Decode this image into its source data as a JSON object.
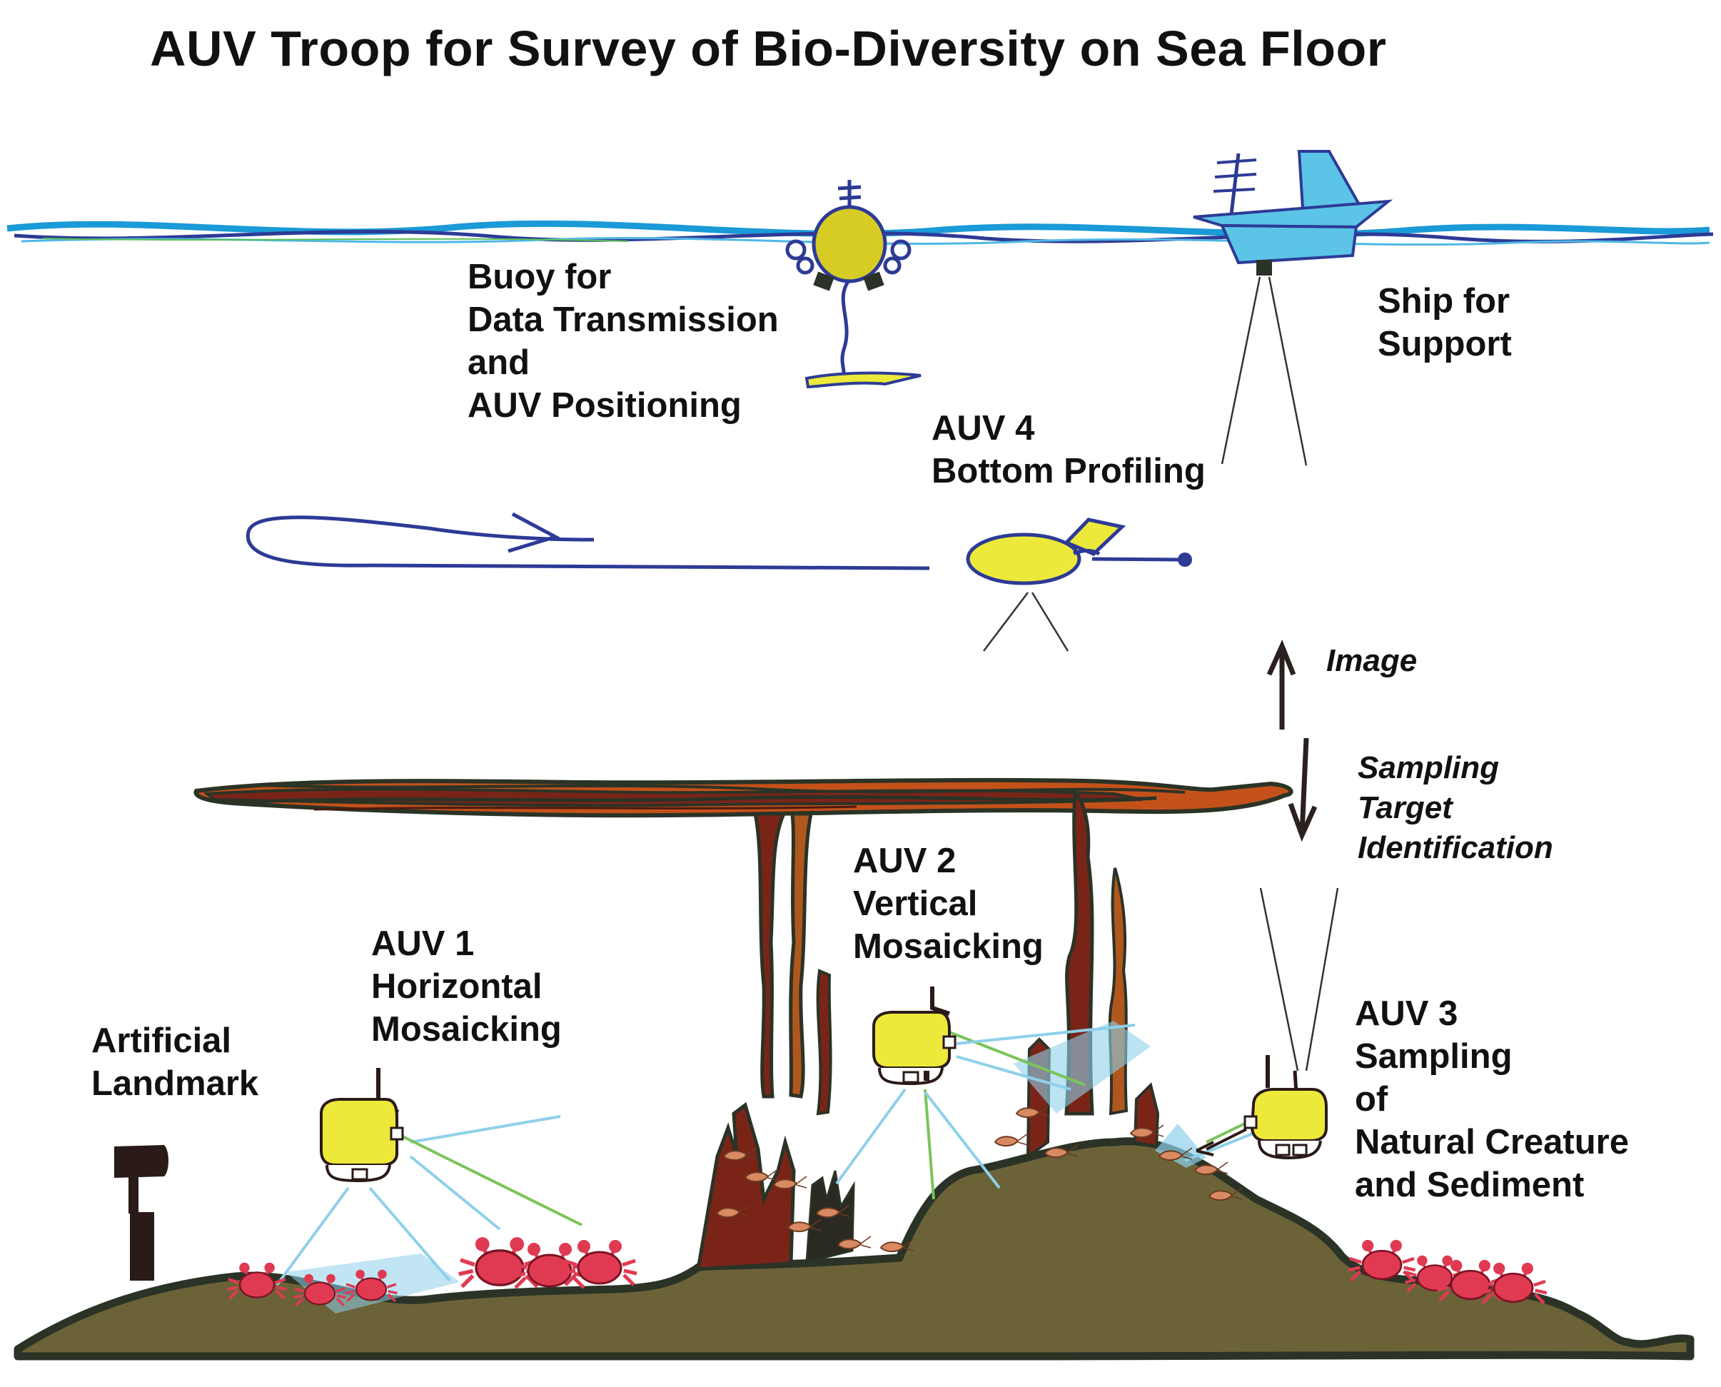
{
  "title": "AUV Troop for Survey of Bio-Diversity on Sea Floor",
  "labels": {
    "buoy": [
      "Buoy for",
      "Data Transmission",
      "and",
      "AUV Positioning"
    ],
    "ship": [
      "Ship for",
      "Support"
    ],
    "auv4": [
      "AUV 4",
      "Bottom Profiling"
    ],
    "auv1": [
      "AUV 1",
      "Horizontal",
      "Mosaicking"
    ],
    "auv2": [
      "AUV 2",
      "Vertical",
      "Mosaicking"
    ],
    "auv3": [
      "AUV 3",
      "Sampling",
      "of",
      "Natural Creature",
      "and Sediment"
    ],
    "landmark": [
      "Artificial",
      "Landmark"
    ],
    "image_arrow": "Image",
    "sampling_arrow": [
      "Sampling",
      "Target",
      "Identification"
    ]
  },
  "colors": {
    "sea": "#1a9ad6",
    "sea_dark": "#2d3a96",
    "auv_body": "#ece93a",
    "buoy_body": "#d6cc24",
    "ship": "#5cc4e6",
    "ground": "#6b6238",
    "ground_edge": "#2a3326",
    "rock": "#7a2418",
    "crab": "#e03a52",
    "sensor_blue": "#8ed0ea",
    "sensor_green": "#7cc35a"
  }
}
